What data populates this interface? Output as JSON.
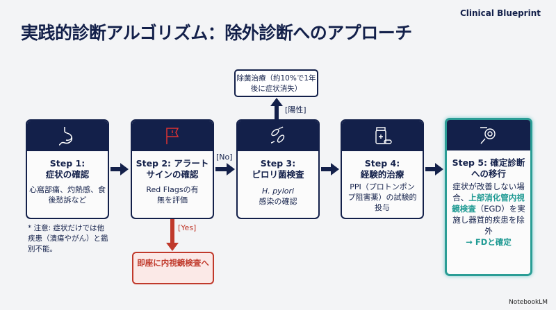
{
  "title": "実践的診断アルゴリズム：除外診断へのアプローチ",
  "brand": "Clinical Blueprint",
  "watermark": "NotebookLM",
  "steps": [
    {
      "step": "Step 1:",
      "name": "症状の確認",
      "desc": "心窩部痛、灼熱感、食後愁訴など",
      "icon": "stomach-icon"
    },
    {
      "step": "Step 2: アラート",
      "name": "サインの確認",
      "desc": "Red Flagsの有無を評価",
      "icon": "flag-icon"
    },
    {
      "step": "Step 3:",
      "name": "ピロリ菌検査",
      "desc_italic": "H. pylori",
      "desc": "感染の確認",
      "icon": "bacteria-icon"
    },
    {
      "step": "Step 4:",
      "name": "経験的治療",
      "desc": "PPI（プロトンポンプ阻害薬）の試験的投与",
      "icon": "medicine-icon"
    },
    {
      "step": "Step 5: 確定診断",
      "name": "への移行",
      "desc_a": "症状が改善しない場合、",
      "desc_hl": "上部消化管内視鏡検査",
      "desc_b": "（EGD）を実施し器質的疾患を除外",
      "desc_c": "→ FDと確定",
      "icon": "endoscope-icon"
    }
  ],
  "labels": {
    "no": "[No]",
    "yes": "[Yes]",
    "positive": "[陽性]"
  },
  "note": "* 注意: 症状だけでは他疾患（潰瘍やがん）と鑑別不能。",
  "eradication": "除菌治療（約10%で1年後に症状消失）",
  "urgent": "即座に内視鏡検査へ"
}
